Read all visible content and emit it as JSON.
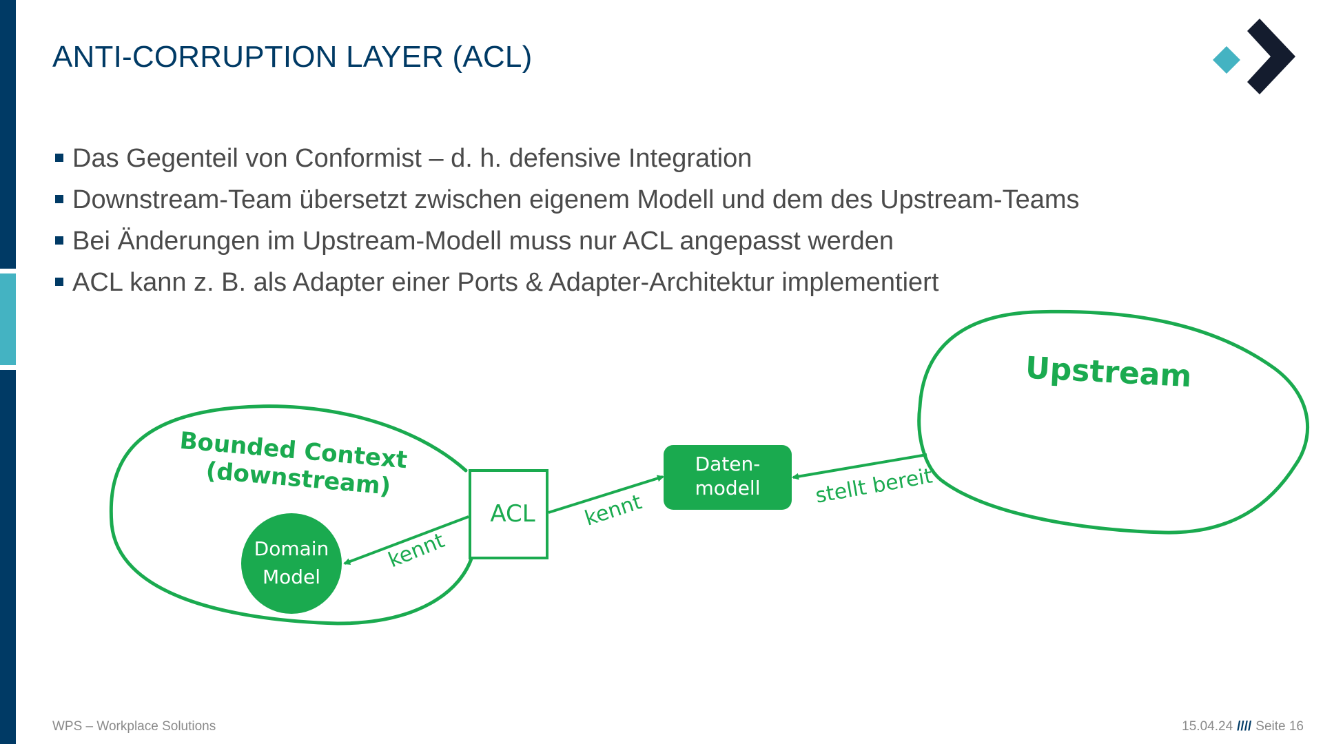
{
  "slide": {
    "title": "ANTI-CORRUPTION LAYER (ACL)",
    "bullets": [
      "Das Gegenteil von Conformist – d. h. defensive Integration",
      "Downstream-Team übersetzt zwischen eigenem Modell und dem des Upstream-Teams",
      "Bei Änderungen im Upstream-Modell muss nur ACL angepasst werden",
      "ACL kann z. B. als Adapter einer Ports & Adapter-Architektur implementiert"
    ]
  },
  "diagram": {
    "downstream_label_1": "Bounded Context",
    "downstream_label_2": "(downstream)",
    "domain_model_1": "Domain",
    "domain_model_2": "Model",
    "acl": "ACL",
    "kennt_left": "kennt",
    "kennt_right": "kennt",
    "datenmodell_1": "Daten-",
    "datenmodell_2": "modell",
    "stellt_bereit": "stellt bereit",
    "upstream": "Upstream"
  },
  "footer": {
    "company": "WPS – Workplace Solutions",
    "date": "15.04.24",
    "separator": "////",
    "page": "Seite 16"
  },
  "colors": {
    "navy": "#003a65",
    "teal": "#44b3c2",
    "green": "#1aaa4f",
    "logo_dark": "#141c2e"
  },
  "icons": {
    "logo": "wps-chevron-logo",
    "bullet": "square-bullet-icon"
  }
}
